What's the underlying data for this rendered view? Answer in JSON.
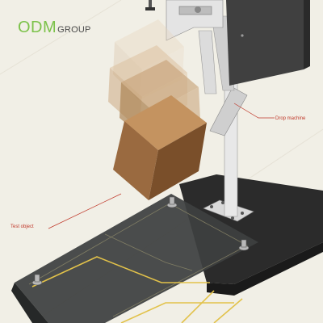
{
  "logo": {
    "brand": "ODM",
    "suffix": "GROUP"
  },
  "labels": {
    "drop_machine": "Drop machine",
    "test_object": "Test object"
  },
  "colors": {
    "background": "#f1efe6",
    "callout": "#c0392b",
    "platform": "#2b2b2b",
    "glass": "#3d3f3f",
    "floor_lines": "#e2c24a",
    "box_front": "#9a6a40",
    "box_top": "#c49360",
    "box_side": "#7a4f2a",
    "brand_green": "#7cc24a"
  }
}
